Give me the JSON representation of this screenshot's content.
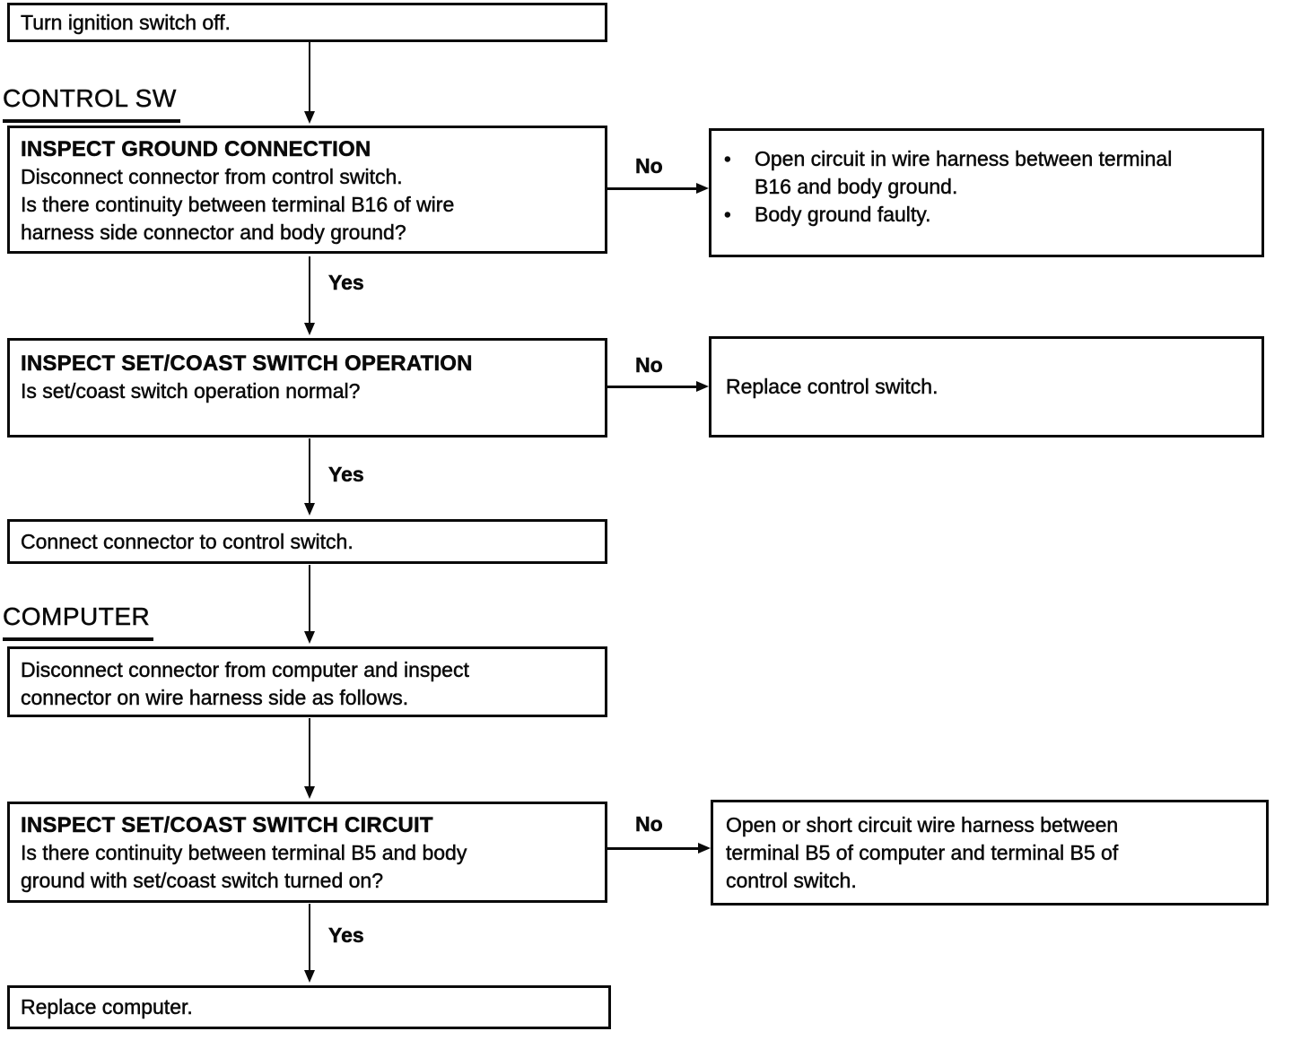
{
  "page": {
    "background_color": "#ffffff",
    "ink_color": "#0a0a0a",
    "document_type": "automotive troubleshooting flowchart"
  },
  "icons": {
    "bullet": "•"
  },
  "labels": {
    "yes": "Yes",
    "no": "No"
  },
  "headings": {
    "control_sw": "CONTROL SW",
    "computer": "COMPUTER"
  },
  "nodes": {
    "start": {
      "text": "Turn ignition switch off."
    },
    "inspect_ground_connection": {
      "title": "INSPECT GROUND CONNECTION",
      "step": "Disconnect connector from control switch.",
      "question": "Is there continuity between terminal B16 of wire harness side connector and body ground?"
    },
    "ground_connection_fail": {
      "bullets": [
        "Open circuit in wire harness between terminal B16 and body ground.",
        "Body ground faulty."
      ]
    },
    "inspect_set_coast_switch_operation": {
      "title": "INSPECT SET/COAST SWITCH OPERATION",
      "question": "Is set/coast switch operation normal?"
    },
    "set_coast_operation_fail": {
      "text": "Replace control switch."
    },
    "connect_connector": {
      "text": "Connect connector to control switch."
    },
    "disconnect_computer": {
      "text": "Disconnect connector from computer and inspect connector on wire harness side as follows."
    },
    "inspect_set_coast_switch_circuit": {
      "title": "INSPECT SET/COAST SWITCH CIRCUIT",
      "question": "Is there continuity between terminal B5 and body ground with set/coast switch turned on?"
    },
    "set_coast_circuit_fail": {
      "text": "Open or short circuit wire harness between terminal B5 of computer and terminal B5 of control switch."
    },
    "replace_computer": {
      "text": "Replace computer."
    }
  }
}
